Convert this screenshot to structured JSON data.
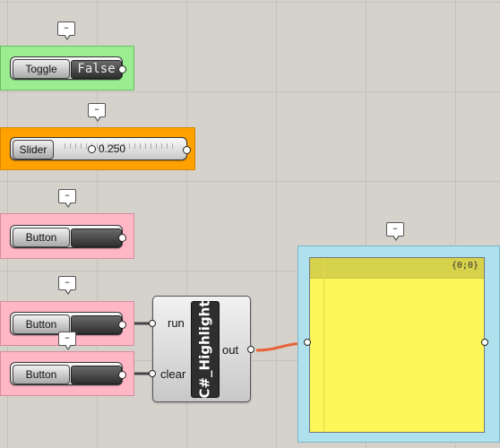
{
  "tag_glyph": "–",
  "toggle": {
    "label": "Toggle",
    "value": "False"
  },
  "slider": {
    "label": "Slider",
    "value": "0.250"
  },
  "buttons": [
    {
      "label": "Button"
    },
    {
      "label": "Button"
    },
    {
      "label": "Button"
    }
  ],
  "script": {
    "name": "C#_Highlight",
    "inputs": [
      "run",
      "clear"
    ],
    "output": "out"
  },
  "panel": {
    "index": "{0;0}"
  },
  "colors": {
    "toggle_group": "#9aee90",
    "slider_group": "#ffa200",
    "button_group": "#ffb6c5",
    "panel_group": "#aee0ee",
    "panel_fill": "#fdf75a",
    "wire": "#e8623a"
  }
}
